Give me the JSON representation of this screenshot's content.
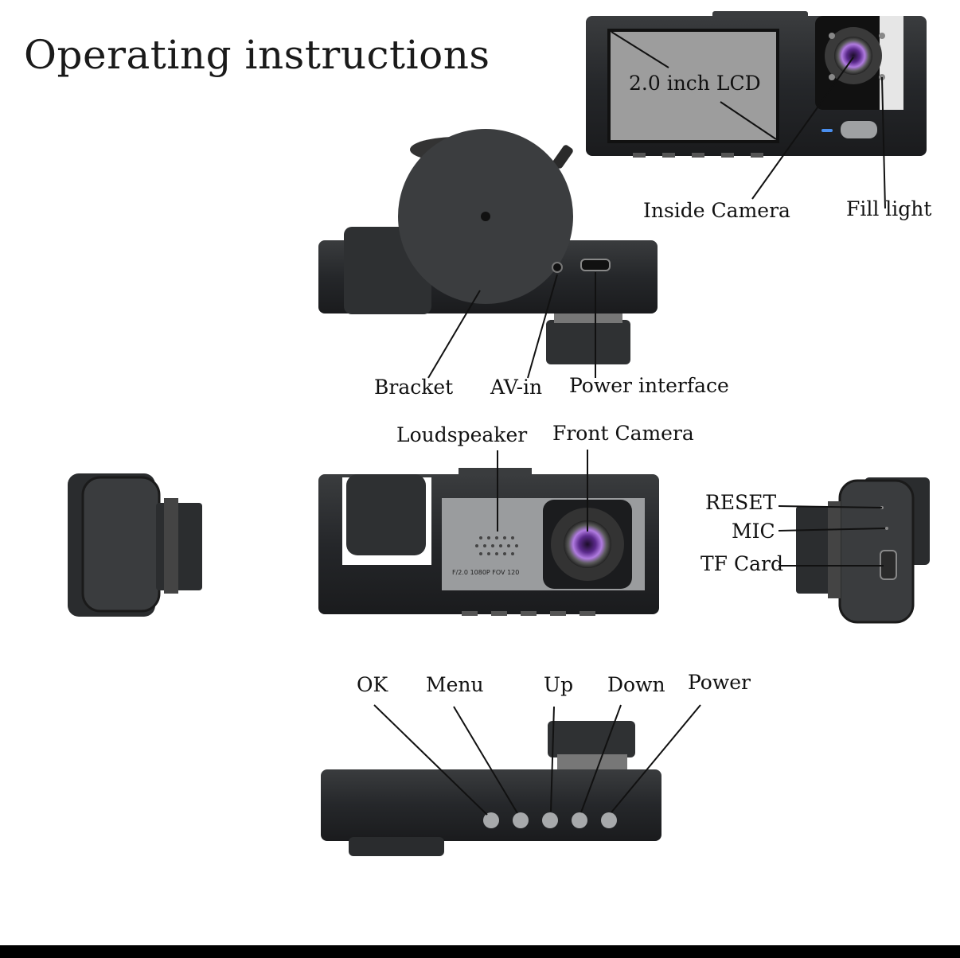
{
  "title": "Operating instructions",
  "labels": {
    "lcd": "2.0 inch LCD",
    "inside_camera": "Inside Camera",
    "fill_light": "Fill light",
    "bracket": "Bracket",
    "av_in": "AV-in",
    "power_interface": "Power interface",
    "loudspeaker": "Loudspeaker",
    "front_camera": "Front Camera",
    "reset": "RESET",
    "mic": "MIC",
    "tf_card": "TF Card",
    "ok": "OK",
    "menu": "Menu",
    "up": "Up",
    "down": "Down",
    "power": "Power"
  },
  "lens_label": "F/2.0 1080P FOV 120",
  "colors": {
    "body": "#2b2d2f",
    "body_dark": "#1a1b1c",
    "screen": "#9e9e9e",
    "lens": "#7a3fb0",
    "button": "#a7a9ab",
    "line": "#111111"
  }
}
